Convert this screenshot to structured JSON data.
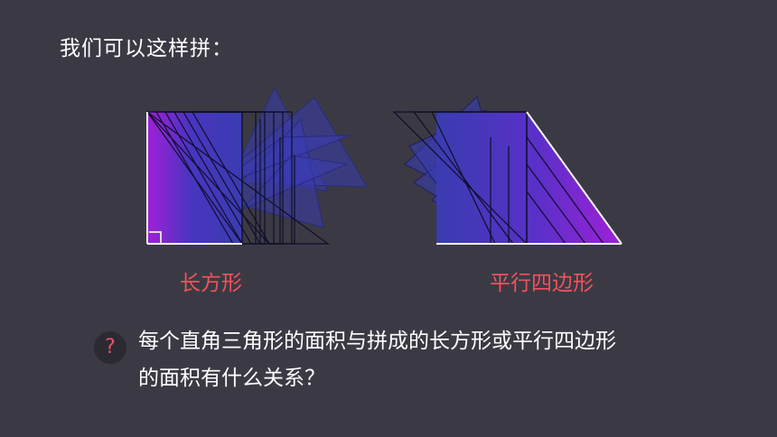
{
  "slide": {
    "heading": "我们可以这样拼：",
    "figures": [
      {
        "caption": "长方形"
      },
      {
        "caption": "平行四边形"
      }
    ],
    "question_icon": "?",
    "question_lines": [
      "每个直角三角形的面积与拼成的长方形或平行四边形",
      "的面积有什么关系？"
    ]
  },
  "colors": {
    "background": "#3b3a44",
    "caption": "#f0525e",
    "triangle_dark": "#3a3cb0",
    "triangle_light": "#a020d8"
  }
}
